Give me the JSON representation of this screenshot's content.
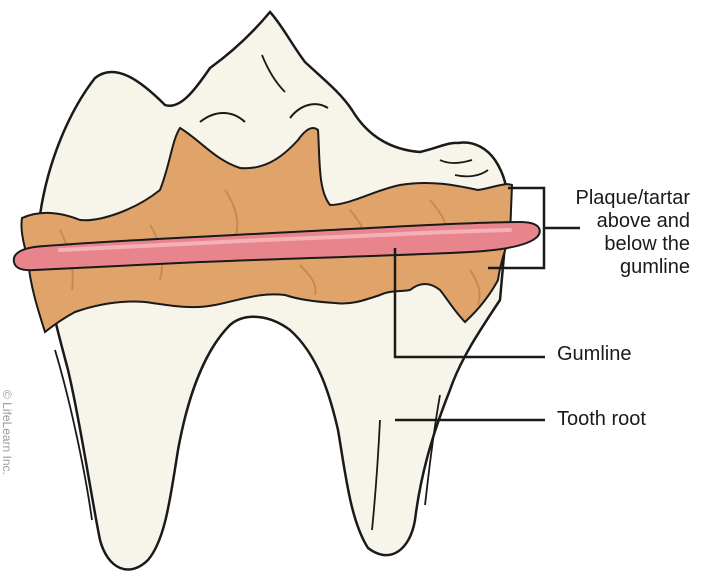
{
  "labels": {
    "plaque": [
      "Plaque/tartar",
      "above and",
      "below the",
      "gumline"
    ],
    "gumline": "Gumline",
    "tooth_root": "Tooth root"
  },
  "copyright": "© LifeLearn Inc.",
  "colors": {
    "tooth": "#f7f4ea",
    "tooth_outline": "#1a1a1a",
    "tartar": "#e0a46a",
    "gum": "#e8848c",
    "gum_highlight": "#f4b0b6"
  }
}
